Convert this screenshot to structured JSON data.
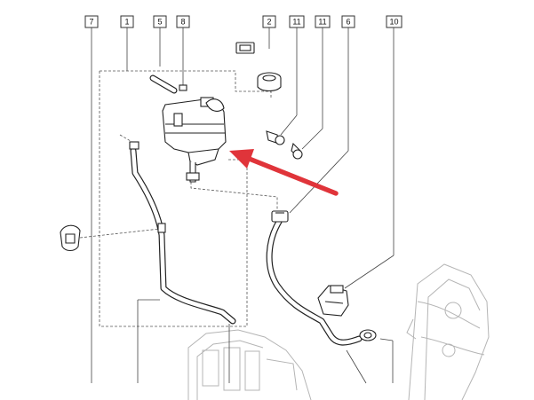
{
  "diagram": {
    "accent_color": "#e0343a",
    "callouts": [
      {
        "label": "7"
      },
      {
        "label": "1"
      },
      {
        "label": "5"
      },
      {
        "label": "8"
      },
      {
        "label": "2"
      },
      {
        "label": "11"
      },
      {
        "label": "11"
      },
      {
        "label": "6"
      },
      {
        "label": "10"
      }
    ],
    "icons": [
      "tank-icon",
      "cap-icon",
      "gasket-icon",
      "bolt-icon",
      "hose-icon",
      "clip-icon",
      "clamp-icon",
      "bracket-icon",
      "arrow-icon"
    ]
  }
}
